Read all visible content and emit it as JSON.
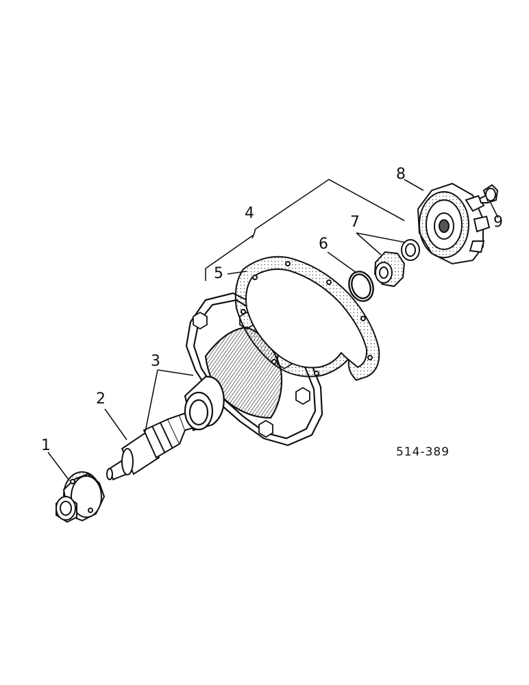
{
  "figure_code": "514-389",
  "callouts": [
    {
      "id": "1",
      "text": "1"
    },
    {
      "id": "2",
      "text": "2"
    },
    {
      "id": "3",
      "text": "3"
    },
    {
      "id": "4",
      "text": "4"
    },
    {
      "id": "5",
      "text": "5"
    },
    {
      "id": "6",
      "text": "6"
    },
    {
      "id": "7",
      "text": "7"
    },
    {
      "id": "8",
      "text": "8"
    },
    {
      "id": "9",
      "text": "9"
    }
  ],
  "colors": {
    "ink": "#111111",
    "paper": "#ffffff",
    "shade": "#555555"
  }
}
